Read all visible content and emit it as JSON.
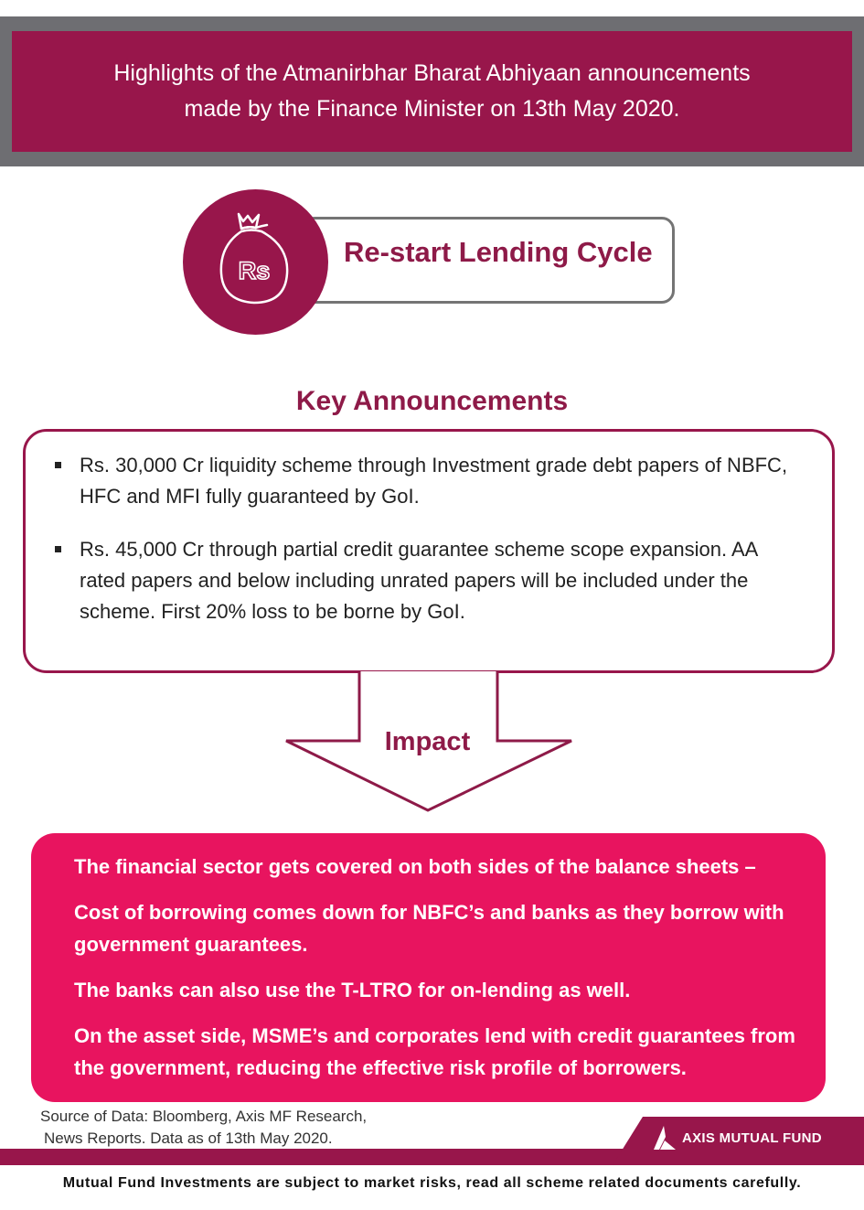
{
  "header": {
    "line1": "Highlights of the Atmanirbhar Bharat Abhiyaan announcements",
    "line2": "made by the Finance Minister on 13th May 2020."
  },
  "topic": {
    "icon": "money-bag-rupee-icon",
    "icon_text": "Rs",
    "title": "Re-start Lending Cycle"
  },
  "key_announcements": {
    "title": "Key Announcements",
    "items": [
      {
        "text": "Rs. 30,000 Cr liquidity scheme through Investment grade debt papers of NBFC, HFC and MFI fully guaranteed by GoI."
      },
      {
        "text": "Rs. 45,000 Cr through partial credit guarantee scheme scope expansion. AA rated papers and below including unrated papers will be included under the scheme. First 20% loss to be borne by GoI."
      }
    ]
  },
  "impact": {
    "title": "Impact",
    "items": [
      {
        "text": "The financial sector gets covered on both sides of the balance sheets –"
      },
      {
        "text": "Cost of borrowing comes down for NBFC’s and banks as they borrow with government guarantees."
      },
      {
        "text": "The banks can also use the T-LTRO for on-lending as well."
      },
      {
        "text": "On the asset side, MSME’s and corporates lend with credit guarantees from the government, reducing the effective risk profile of borrowers."
      }
    ]
  },
  "footer": {
    "source_line1": "Source of Data:  Bloomberg, Axis MF Research,",
    "source_line2": "News Reports. Data as of 13th May 2020.",
    "logo_text": "AXIS MUTUAL FUND",
    "disclaimer": "Mutual Fund Investments are subject to market risks, read all scheme related documents carefully."
  },
  "colors": {
    "brand_maroon": "#98164b",
    "header_frame_grey": "#6e6e72",
    "impact_pink": "#e8145f",
    "title_text": "#8e1a48"
  }
}
